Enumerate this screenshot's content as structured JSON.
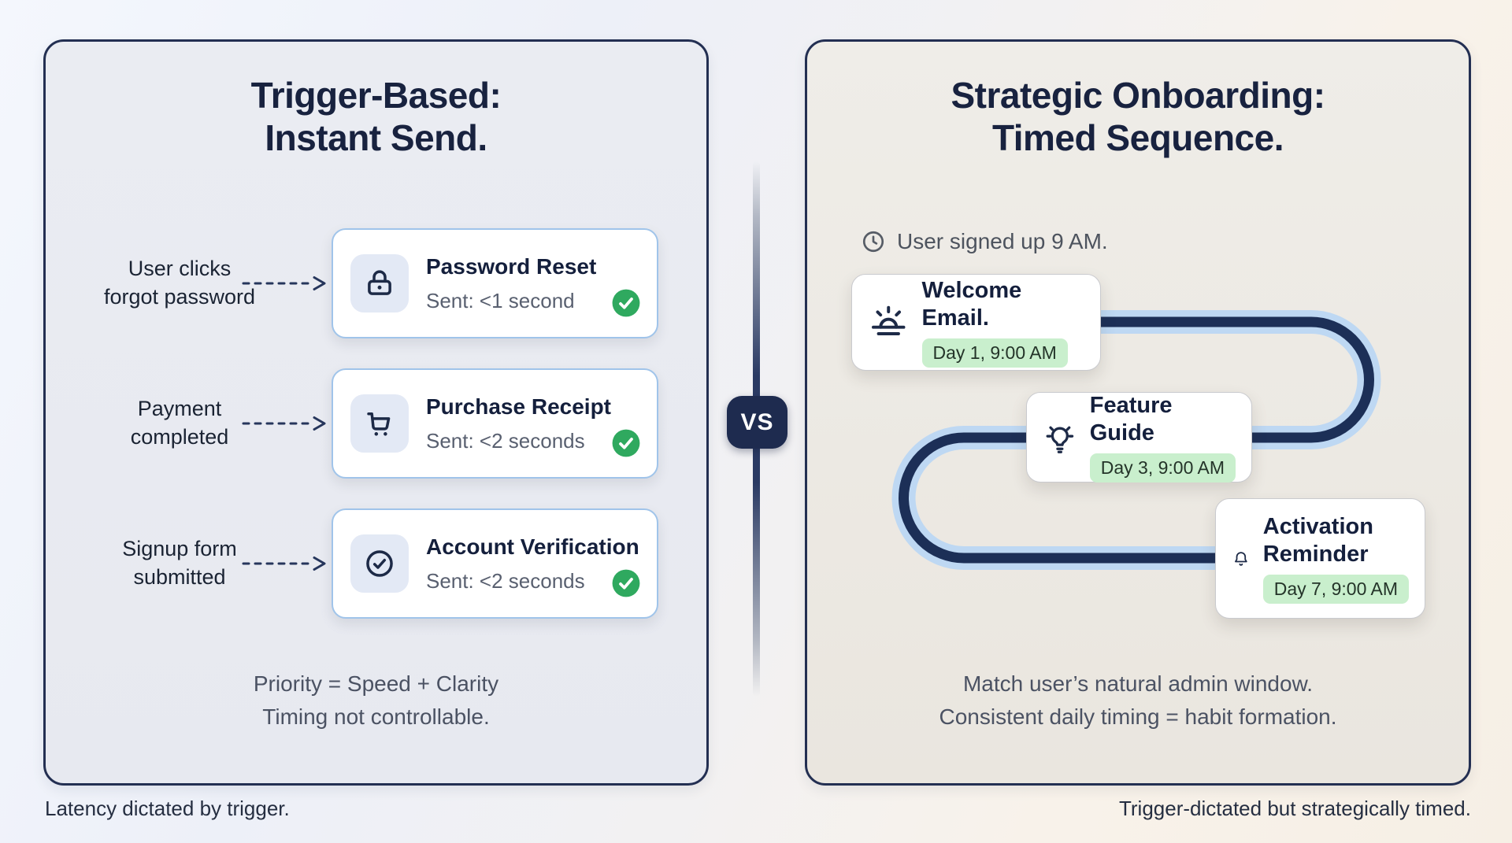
{
  "left_panel": {
    "title_lines": [
      "Trigger-Based:",
      "Instant Send."
    ],
    "rows": [
      {
        "trigger_lines": [
          "User clicks",
          "forgot password"
        ],
        "card": {
          "icon": "lock-icon",
          "title": "Password Reset",
          "sent": "Sent: <1 second",
          "status_icon": "check-badge-icon"
        }
      },
      {
        "trigger_lines": [
          "Payment",
          "completed"
        ],
        "card": {
          "icon": "shopping-cart-icon",
          "title": "Purchase Receipt",
          "sent": "Sent: <2 seconds",
          "status_icon": "check-badge-icon"
        }
      },
      {
        "trigger_lines": [
          "Signup form",
          "submitted"
        ],
        "card": {
          "icon": "check-circle-icon",
          "title": "Account Verification",
          "sent": "Sent: <2 seconds",
          "status_icon": "check-badge-icon"
        }
      }
    ],
    "summary_lines": [
      "Priority = Speed + Clarity",
      "Timing not controllable."
    ],
    "footer": "Latency dictated by trigger."
  },
  "divider": {
    "vs_label": "VS"
  },
  "right_panel": {
    "title_lines": [
      "Strategic Onboarding:",
      "Timed Sequence."
    ],
    "signup_note": "User signed up 9 AM.",
    "signup_icon": "clock-icon",
    "steps": [
      {
        "icon": "sunrise-icon",
        "title": "Welcome Email.",
        "badge": "Day 1, 9:00 AM"
      },
      {
        "icon": "lightbulb-icon",
        "title": "Feature Guide",
        "badge": "Day 3, 9:00 AM"
      },
      {
        "icon": "bell-icon",
        "title": "Activation Reminder",
        "badge": "Day 7, 9:00 AM"
      }
    ],
    "summary_lines": [
      "Match user’s natural admin window.",
      "Consistent daily timing = habit formation."
    ],
    "footer": "Trigger-dictated but strategically timed."
  },
  "colors": {
    "navy_text": "#18223f",
    "panel_border": "#232f52",
    "left_panel_bg": "#e9ebf1",
    "right_panel_bg": "#ece9e2",
    "card_border_blue": "#a0c4ea",
    "icon_tile_bg": "#e3e9f5",
    "success_green": "#2fa95f",
    "pill_green_bg": "#c9efcd",
    "path_outer_blue": "#bed8f3",
    "path_inner_navy": "#1c2f57",
    "vs_badge_bg": "#1e2b4f"
  }
}
